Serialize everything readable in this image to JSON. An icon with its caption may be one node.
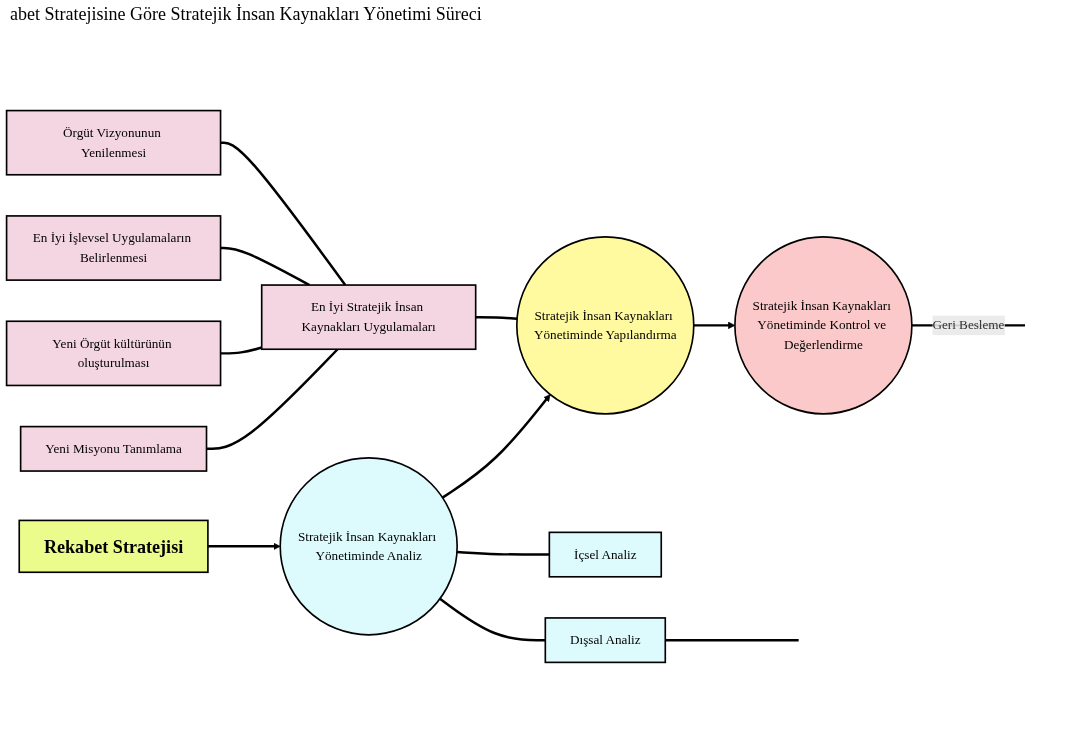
{
  "diagram": {
    "title": "abet Stratejisine Göre Stratejik İnsan Kaynakları Yönetimi Süreci",
    "nodes": [
      {
        "text": [
          "Rekabet Stratejisi"
        ]
      },
      {
        "text": [
          "Stratejik İnsan Kaynakları Yönetiminde Analiz"
        ]
      },
      {
        "text": [
          "Dışsal Analiz"
        ]
      },
      {
        "text": [
          "İçsel Analiz"
        ]
      },
      {
        "text": [
          "Yeni Misyonu Tanımlama"
        ]
      },
      {
        "text": [
          "Yeni Örgüt kültürünün oluşturulması"
        ]
      },
      {
        "text": [
          "Stratejik İnsan Kaynakları Yönetiminde Yapılandırma"
        ]
      },
      {
        "text": [
          "En İyi Stratejik İnsan Kaynakları Uygulamaları"
        ]
      },
      {
        "text": [
          "En İyi İşlevsel Uygulamaların Belirlenmesi"
        ]
      },
      {
        "text": [
          "Örgüt Vizyonunun Yenilenmesi"
        ]
      },
      {
        "text": [
          "Stratejik İnsan Kaynakları Yönetiminde Kontrol ve Değerlendirme"
        ]
      }
    ],
    "edges": [
      {
        "from": 0,
        "to": 1,
        "arrow": "to"
      },
      {
        "from": 1,
        "to": 2,
        "arrow": "none"
      },
      {
        "from": 1,
        "to": 3,
        "arrow": "none"
      },
      {
        "from": 2,
        "to": null,
        "arrow": "none"
      },
      {
        "from": 1,
        "to": 6,
        "arrow": "to"
      },
      {
        "from": 4,
        "to": 7,
        "arrow": "none"
      },
      {
        "from": 5,
        "to": 7,
        "arrow": "none"
      },
      {
        "from": 7,
        "to": 6,
        "arrow": "none"
      },
      {
        "from": 8,
        "to": 7,
        "arrow": "none"
      },
      {
        "from": 9,
        "to": 7,
        "arrow": "none"
      },
      {
        "from": 6,
        "to": 10,
        "arrow": "to"
      },
      {
        "from": 10,
        "to": null,
        "arrow": "none",
        "label": "Geri Besleme"
      }
    ]
  }
}
